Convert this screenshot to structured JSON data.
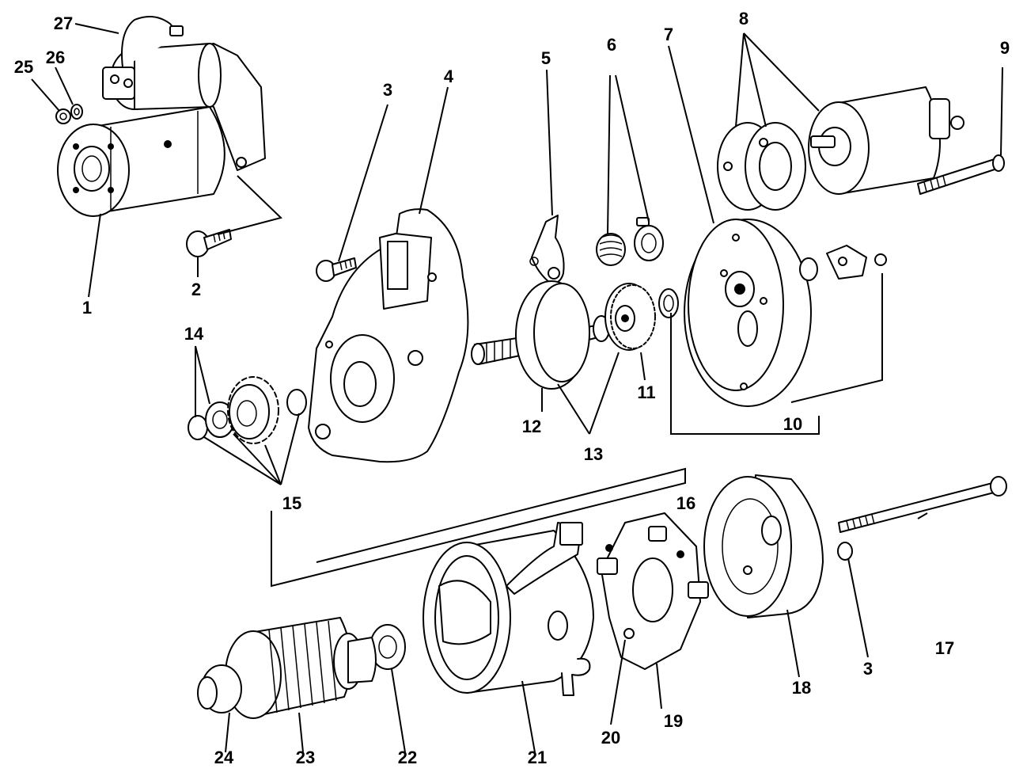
{
  "callouts": {
    "c1": "1",
    "c2": "2",
    "c3a": "3",
    "c3b": "3",
    "c4": "4",
    "c5": "5",
    "c6": "6",
    "c7": "7",
    "c8": "8",
    "c9": "9",
    "c10": "10",
    "c11": "11",
    "c12": "12",
    "c13": "13",
    "c14": "14",
    "c15": "15",
    "c16": "16",
    "c17": "17",
    "c18": "18",
    "c19": "19",
    "c20": "20",
    "c21": "21",
    "c22": "22",
    "c23": "23",
    "c24": "24",
    "c25": "25",
    "c26": "26",
    "c27": "27"
  }
}
